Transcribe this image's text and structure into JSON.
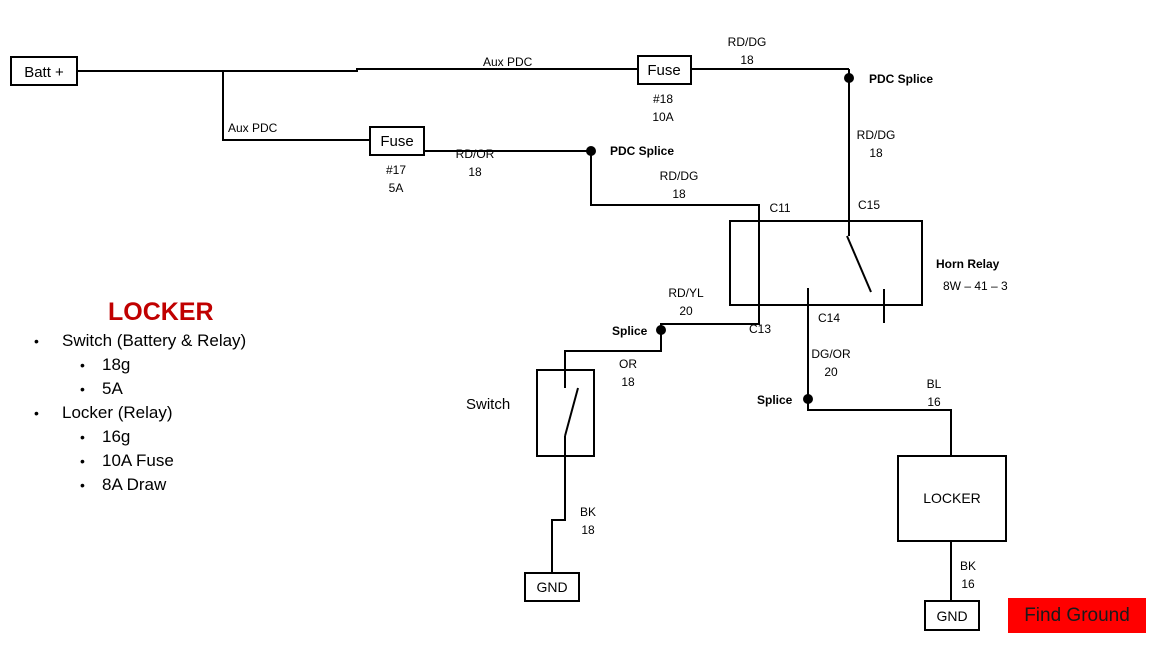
{
  "components": {
    "battery": "Batt +",
    "fuse_1": "Fuse",
    "fuse_2": "Fuse",
    "switch_label": "Switch",
    "relay_name": "Horn Relay",
    "relay_ref": "8W – 41 – 3",
    "locker_box": "LOCKER",
    "gnd_1": "GND",
    "gnd_2": "GND"
  },
  "wires": {
    "aux_pdc_top": "Aux PDC",
    "aux_pdc_mid": "Aux PDC",
    "top_color": "RD/DG",
    "top_gauge": "18",
    "fuse18_num": "#18",
    "fuse18_amp": "10A",
    "fuse17_num": "#17",
    "fuse17_amp": "5A",
    "rd_or_color": "RD/OR",
    "rd_or_gauge": "18",
    "right_color": "RD/DG",
    "right_gauge": "18",
    "mid_color": "RD/DG",
    "mid_gauge": "18",
    "rd_yl_color": "RD/YL",
    "rd_yl_gauge": "20",
    "or_color": "OR",
    "or_gauge": "18",
    "dg_or_color": "DG/OR",
    "dg_or_gauge": "20",
    "bl_color": "BL",
    "bl_gauge": "16",
    "bk1_color": "BK",
    "bk1_gauge": "18",
    "bk2_color": "BK",
    "bk2_gauge": "16"
  },
  "splices": {
    "pdc_top": "PDC Splice",
    "pdc_mid": "PDC Splice",
    "splice_left": "Splice",
    "splice_right": "Splice"
  },
  "connectors": {
    "c11": "C11",
    "c15": "C15",
    "c13": "C13",
    "c14": "C14"
  },
  "notes": {
    "title": "LOCKER",
    "items": [
      {
        "level": 1,
        "text": "Switch (Battery & Relay)"
      },
      {
        "level": 2,
        "text": "18g"
      },
      {
        "level": 2,
        "text": "5A"
      },
      {
        "level": 1,
        "text": "Locker (Relay)"
      },
      {
        "level": 2,
        "text": "16g"
      },
      {
        "level": 2,
        "text": "10A Fuse"
      },
      {
        "level": 2,
        "text": "8A Draw"
      }
    ]
  },
  "find_ground": "Find Ground",
  "colors": {
    "title_red": "#c00000",
    "highlight_red": "#ff0000"
  }
}
